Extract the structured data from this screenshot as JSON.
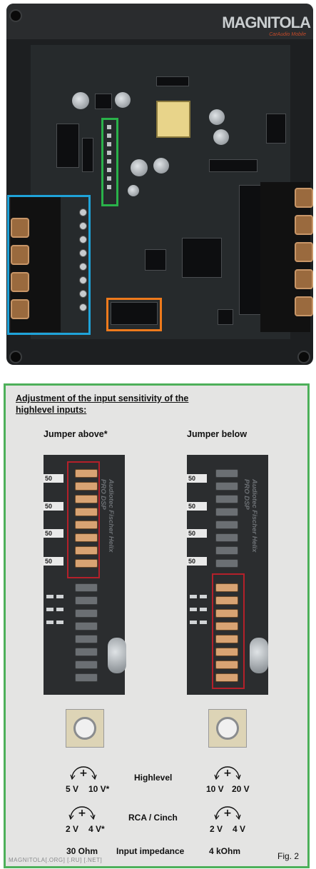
{
  "board": {
    "brand": "MAGNITOLA",
    "brand_sub": "CarAudio Mobile"
  },
  "figure": {
    "title": "Adjustment of the input sensitivity of the highlevel inputs:",
    "left_heading": "Jumper above*",
    "right_heading": "Jumper below",
    "resistor_label": "50",
    "pcb_print": "Audiotec Fischer Helix PRO DSP",
    "rows": [
      {
        "center": "Highlevel",
        "left_low": "5 V",
        "left_high": "10 V*",
        "right_low": "10 V",
        "right_high": "20 V"
      },
      {
        "center": "RCA / Cinch",
        "left_low": "2 V",
        "left_high": "4 V*",
        "right_low": "2 V",
        "right_high": "4 V"
      },
      {
        "center": "Input impedance",
        "left": "30 Ohm",
        "right": "4 kOhm"
      }
    ],
    "fig_label": "Fig. 2",
    "watermark": "MAGNITOLA[.ORG] [.RU] [.NET]"
  },
  "colors": {
    "blue_highlight": "#1fa3d9",
    "green_highlight": "#2ab24a",
    "orange_highlight": "#ee7a1c",
    "red_highlight": "#b4202a",
    "panel_border": "#4db05a"
  }
}
